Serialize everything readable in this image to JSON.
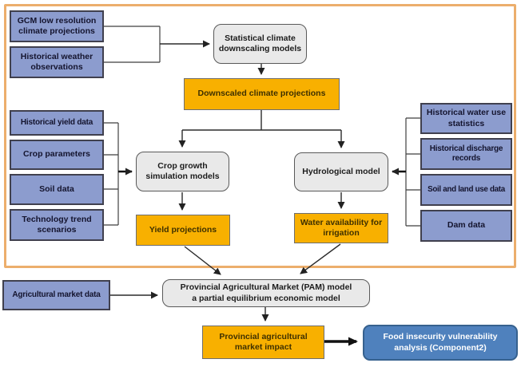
{
  "boxes": {
    "gcm": "GCM low resolution climate projections",
    "weather": "Historical weather observations",
    "statistical": "Statistical climate downscaling models",
    "downscaled": "Downscaled climate projections",
    "yield_data": "Historical yield data",
    "crop_params": "Crop parameters",
    "soil_data": "Soil data",
    "tech_trend": "Technology trend scenarios",
    "crop_growth": "Crop growth simulation models",
    "yield_proj": "Yield projections",
    "hydrological": "Hydrological model",
    "water_avail": "Water availability for irrigation",
    "hist_water": "Historical water use statistics",
    "hist_discharge": "Historical discharge records",
    "soil_land": "Soil and land use data",
    "dam": "Dam data",
    "ag_market": "Agricultural market data",
    "market_impact": "Provincial agricultural market impact",
    "food_insecurity": "Food insecurity vulnerability analysis (Component2)"
  },
  "pam": {
    "line1": "Provincial Agricultural Market (PAM) model",
    "line2": "a partial equilibrium economic model"
  },
  "colors": {
    "data_box_fill": "#8C9CCE",
    "data_box_border": "#40404E",
    "model_box_fill": "#E9E9E9",
    "model_box_border": "#595959",
    "result_box_fill": "#F8B000",
    "result_box_border": "#6E6E6E",
    "final_box_fill": "#4F81BD",
    "final_box_border": "#36618E",
    "frame_border": "#ECAE6C",
    "connector": "#2B2B2B"
  }
}
